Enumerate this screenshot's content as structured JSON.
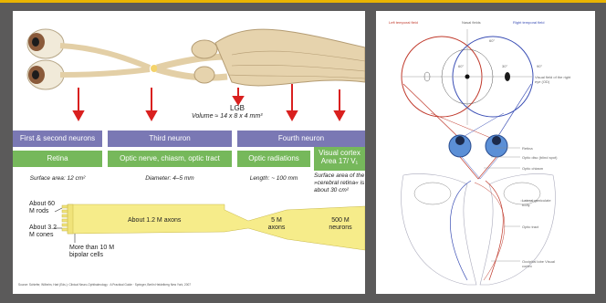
{
  "left_figure": {
    "lgb_label": "LGB",
    "lgb_volume": "Volume ≈ 14 x 8 x 4 mm³",
    "headers": [
      "First & second neurons",
      "Third neuron",
      "Fourth neuron"
    ],
    "subheaders": [
      "Retina",
      "Optic nerve, chiasm, optic tract",
      "Optic radiations",
      "Visual cortex Area 17/ V₁"
    ],
    "measures": [
      "Surface area: 12 cm²",
      "Diameter: 4–5 mm",
      "Length: ~ 100 mm",
      "Surface area of the »cerebral retina« is about 30 cm²"
    ],
    "counts": {
      "rods": "About 60 M rods",
      "cones": "About 3.2 M cones",
      "bipolar": "More than 10 M bipolar cells",
      "axons": "About 1.2 M axons",
      "radiation_axons": "5 M axons",
      "neurons": "500 M neurons"
    },
    "footnote": "Source: Schiefer, Wilhelm, Hart (Eds.): Clinical Neuro-Ophthalmology · A Practical Guide · Springer, Berlin Heidelberg New York, 2007",
    "colors": {
      "header": "#7a78b4",
      "green": "#76b85b",
      "arrow": "#d9201f",
      "pathway": "#f6ec8a",
      "nerve": "#e6d3ad"
    }
  },
  "right_figure": {
    "labels": {
      "left_field": "Left temporal field",
      "nasal_fields": "Nasal fields",
      "right_field": "Right temporal field",
      "visual_field": "Visual field of the right eye (OD)",
      "retina": "Retina",
      "optic_disc": "Optic disc (blind spot)",
      "optic_chiasm": "Optic chiasm",
      "lgb": "Lateral geniculate body",
      "optic_tract": "Optic tract",
      "occipital": "Occipital lobe Visual cortex"
    },
    "degrees": {
      "top": "60°",
      "left": "60°",
      "center": "30°",
      "right": "90°"
    }
  }
}
